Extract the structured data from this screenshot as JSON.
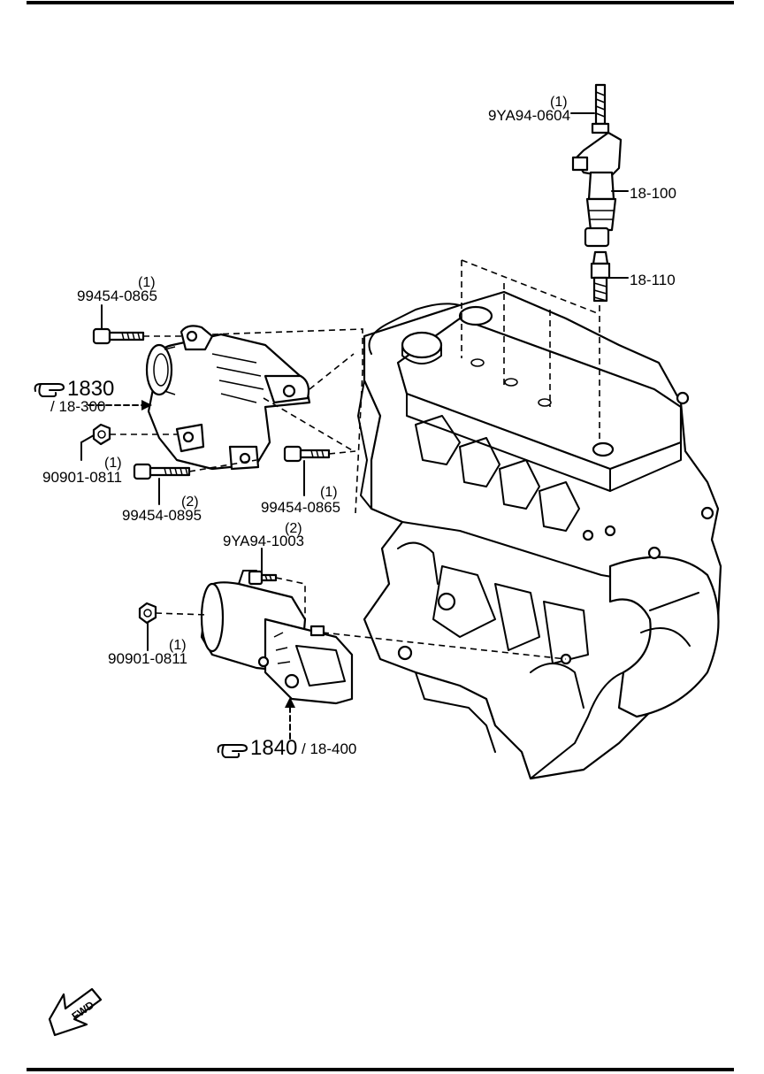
{
  "labels": {
    "coil_bolt_qty": "(1)",
    "coil_bolt_pn": "9YA94-0604",
    "coil_ref": "18-100",
    "plug_ref": "18-110",
    "alt_bolt_top_qty": "(1)",
    "alt_bolt_top_pn": "99454-0865",
    "alt_ref_main": "1830",
    "alt_ref_sub": "/ 18-300",
    "alt_nut_qty": "(1)",
    "alt_nut_pn": "90901-0811",
    "alt_bolt_lower_qty": "(2)",
    "alt_bolt_lower_pn": "99454-0895",
    "alt_bolt_right_qty": "(1)",
    "alt_bolt_right_pn": "99454-0865",
    "starter_bolt_qty": "(2)",
    "starter_bolt_pn": "9YA94-1003",
    "starter_nut_qty": "(1)",
    "starter_nut_pn": "90901-0811",
    "starter_ref_main": "1840",
    "starter_ref_sub": "/ 18-400",
    "fwd": "FWD"
  },
  "icons": {
    "reference": "pointing-hand-icon",
    "direction": "forward-arrow-icon"
  }
}
